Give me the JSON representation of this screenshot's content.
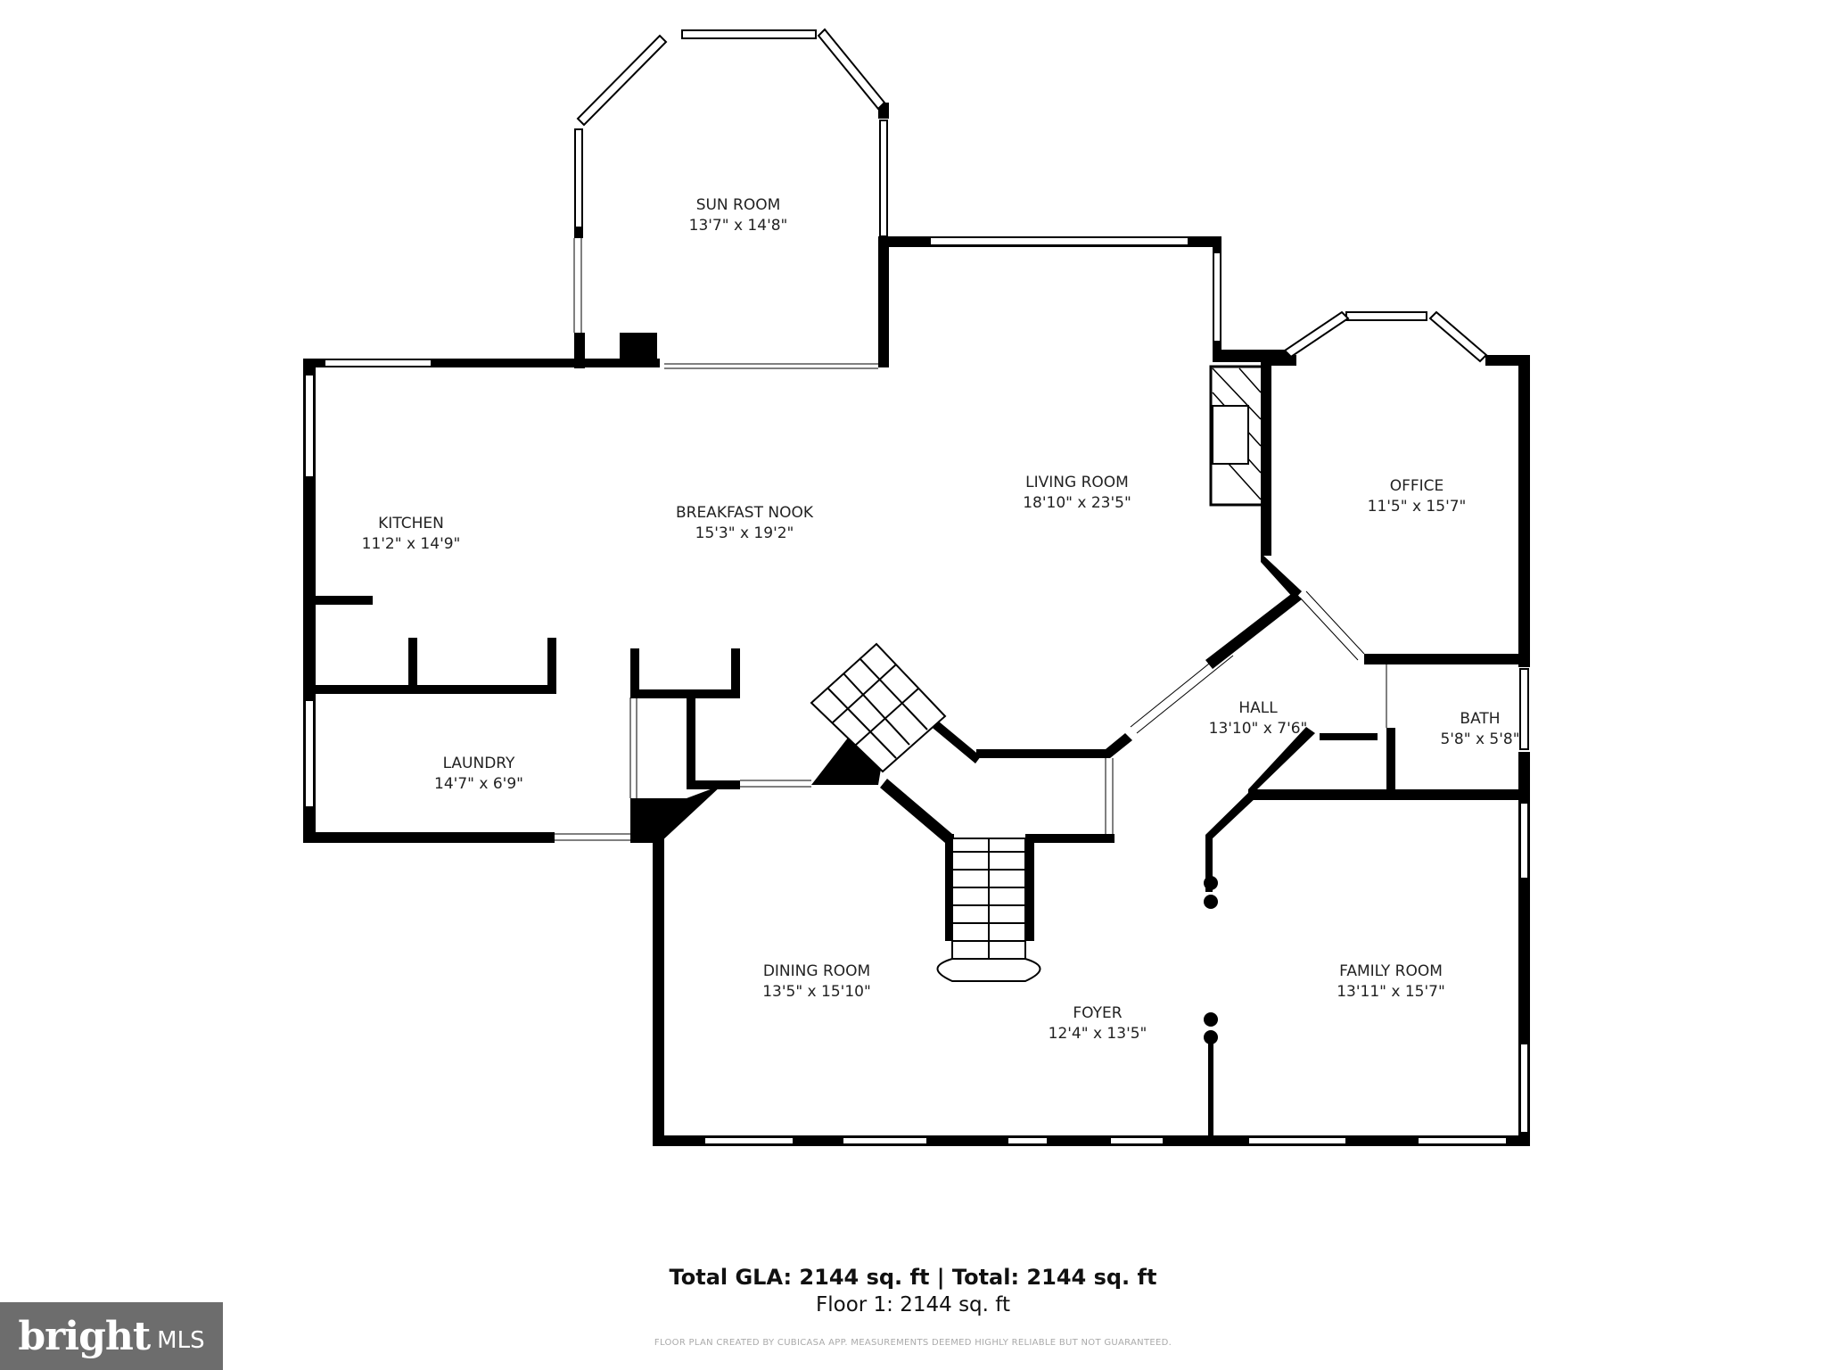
{
  "rooms": {
    "sun_room": {
      "name": "SUN ROOM",
      "dim": "13'7\" x 14'8\""
    },
    "kitchen": {
      "name": "KITCHEN",
      "dim": "11'2\" x 14'9\""
    },
    "breakfast_nook": {
      "name": "BREAKFAST NOOK",
      "dim": "15'3\" x 19'2\""
    },
    "living_room": {
      "name": "LIVING ROOM",
      "dim": "18'10\" x 23'5\""
    },
    "office": {
      "name": "OFFICE",
      "dim": "11'5\" x 15'7\""
    },
    "hall": {
      "name": "HALL",
      "dim": "13'10\" x 7'6\""
    },
    "bath": {
      "name": "BATH",
      "dim": "5'8\" x 5'8\""
    },
    "laundry": {
      "name": "LAUNDRY",
      "dim": "14'7\" x 6'9\""
    },
    "dining_room": {
      "name": "DINING ROOM",
      "dim": "13'5\" x 15'10\""
    },
    "foyer": {
      "name": "FOYER",
      "dim": "12'4\" x 13'5\""
    },
    "family_room": {
      "name": "FAMILY ROOM",
      "dim": "13'11\" x 15'7\""
    }
  },
  "summary": {
    "line": "Total GLA: 2144 sq. ft | Total: 2144 sq. ft",
    "floor": "Floor 1: 2144 sq. ft"
  },
  "disclaimer": "FLOOR PLAN CREATED BY CUBICASA APP. MEASUREMENTS DEEMED HIGHLY RELIABLE BUT NOT GUARANTEED.",
  "logo": {
    "brand": "bright",
    "suffix": "MLS",
    "color": "#6d6d6d"
  }
}
